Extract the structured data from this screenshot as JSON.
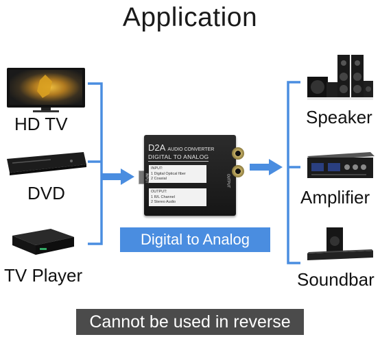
{
  "title": "Application",
  "inputs": [
    {
      "label": "HD TV",
      "icon": "hd-tv-icon"
    },
    {
      "label": "DVD",
      "icon": "dvd-player-icon"
    },
    {
      "label": "TV Player",
      "icon": "tv-box-icon"
    }
  ],
  "outputs": [
    {
      "label": "Speaker",
      "icon": "speaker-system-icon"
    },
    {
      "label": "Amplifier",
      "icon": "amplifier-icon"
    },
    {
      "label": "Soundbar",
      "icon": "soundbar-icon"
    }
  ],
  "converter": {
    "brand": "D2A",
    "brand_sub": "Audio Converter",
    "model": "DIGITAL TO ANALOG",
    "input_panel": {
      "heading": "INPUT:",
      "lines": [
        "1 Digital Optical fiber",
        "2 Coaxial"
      ]
    },
    "output_panel": {
      "heading": "OUTPUT:",
      "lines": [
        "1 R/L Channel",
        "2 Stereo Audio"
      ]
    },
    "input_side_label": "INPUT",
    "output_side_label": "OUTPUT"
  },
  "caption": "Digital to Analog",
  "warning": "Cannot be used in reverse",
  "colors": {
    "accent_blue": "#4a8de0",
    "warning_bg": "#4b4b4b"
  }
}
